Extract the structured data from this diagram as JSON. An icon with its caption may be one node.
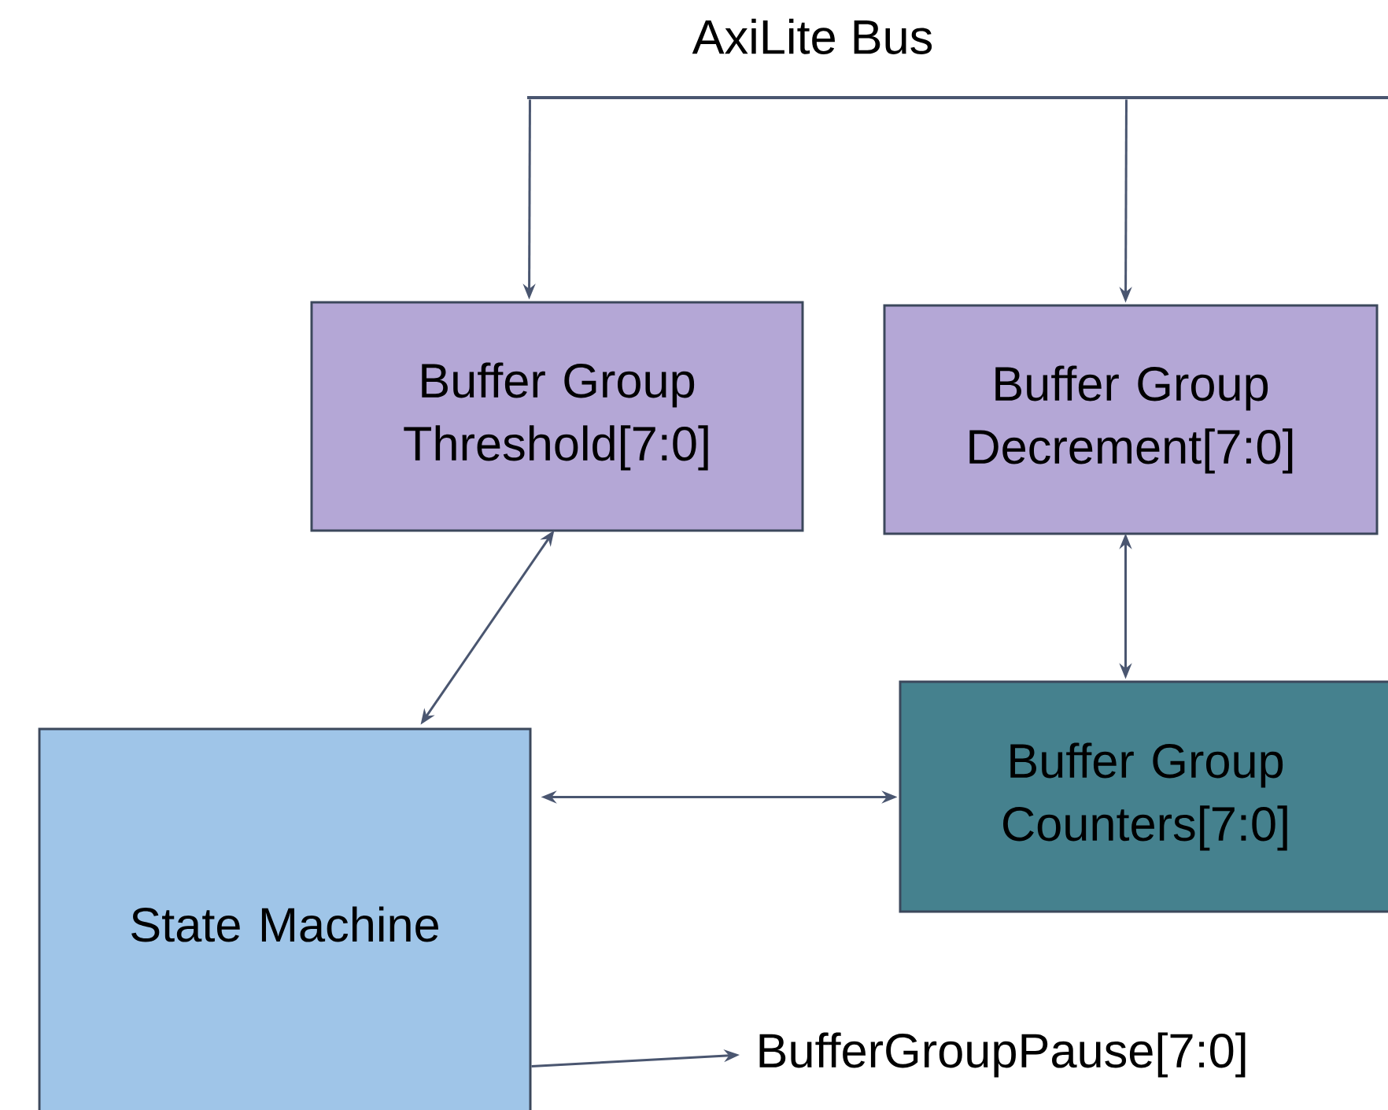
{
  "diagram": {
    "nodes": [
      {
        "text": [
          "AxiLite Bus"
        ]
      },
      {
        "text": [
          "Buffer Group Threshold[7:0]"
        ]
      },
      {
        "text": [
          "Buffer Group Decrement[7:0]"
        ]
      },
      {
        "text": [
          "State Machine"
        ]
      },
      {
        "text": [
          "Buffer Group Counters[7:0]"
        ]
      },
      {
        "text": [
          "BufferGroupPause[7:0]"
        ]
      }
    ],
    "edges": [
      {
        "from": 0,
        "to": 1,
        "arrow": "to"
      },
      {
        "from": 0,
        "to": 2,
        "arrow": "to"
      },
      {
        "from": 1,
        "to": 3,
        "arrow": "both"
      },
      {
        "from": 2,
        "to": 4,
        "arrow": "both"
      },
      {
        "from": 3,
        "to": 4,
        "arrow": "both"
      },
      {
        "from": 3,
        "to": 5,
        "arrow": "to"
      }
    ]
  }
}
